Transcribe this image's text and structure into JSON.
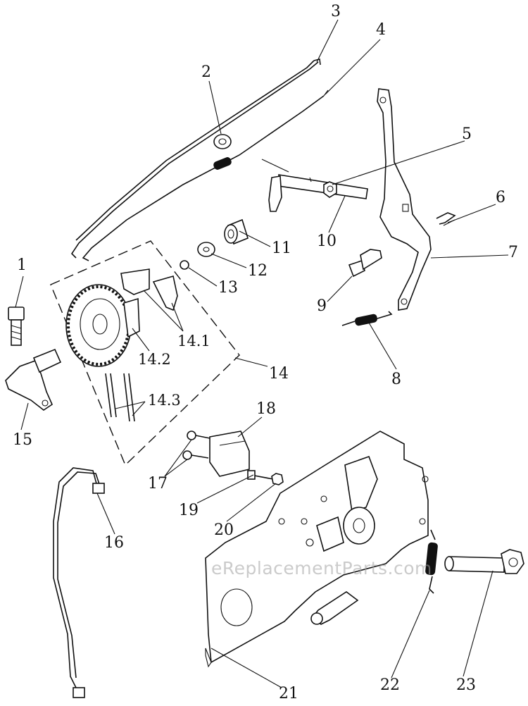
{
  "diagram": {
    "callouts": [
      "1",
      "2",
      "3",
      "4",
      "5",
      "6",
      "7",
      "8",
      "9",
      "10",
      "11",
      "12",
      "13",
      "14",
      "14.1",
      "14.2",
      "14.3",
      "15",
      "16",
      "17",
      "18",
      "19",
      "20",
      "21",
      "22",
      "23"
    ],
    "watermark": "eReplacementParts.com"
  }
}
